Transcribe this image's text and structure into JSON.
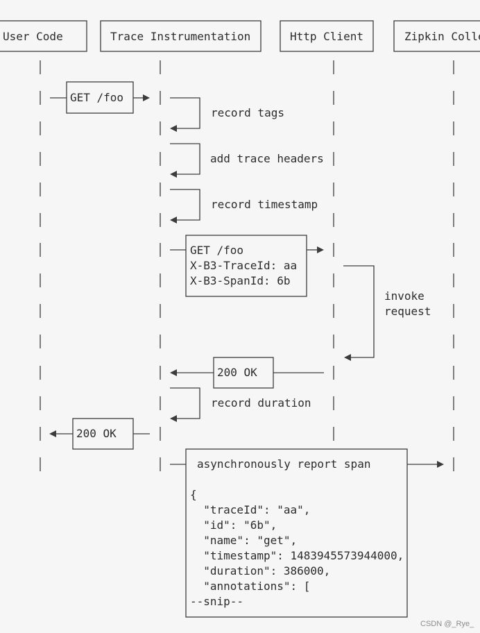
{
  "participants": {
    "user_code": "User Code",
    "trace_instrumentation": "Trace Instrumentation",
    "http_client": "Http Client",
    "zipkin_collector": "Zipkin Colle"
  },
  "messages": {
    "get_foo": "GET /foo",
    "record_tags": "record tags",
    "add_trace_headers": "add trace headers",
    "record_timestamp": "record timestamp",
    "request_lines": [
      "GET /foo",
      "X-B3-TraceId: aa",
      "X-B3-SpanId: 6b"
    ],
    "invoke_request_lines": [
      "invoke",
      "request"
    ],
    "response_ok": "200 OK",
    "record_duration": "record duration",
    "response_ok_user": "200 OK",
    "async_report": "asynchronously report span",
    "span_json_lines": [
      "{",
      "  \"traceId\": \"aa\",",
      "  \"id\": \"6b\",",
      "  \"name\": \"get\",",
      "  \"timestamp\": 1483945573944000,",
      "  \"duration\": 386000,",
      "  \"annotations\": [",
      "--snip--"
    ]
  },
  "watermark": "CSDN @_Rye_"
}
